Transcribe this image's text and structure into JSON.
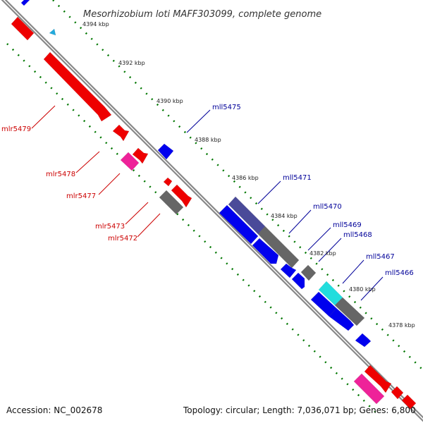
{
  "title": "Mesorhizobium loti MAFF303099, complete genome",
  "footer": {
    "accession": "Accession: NC_002678",
    "topology": "Topology: circular; Length: 7,036,071 bp; Genes: 6,800"
  },
  "scale_ticks": [
    "4394 kbp",
    "4392 kbp",
    "4390 kbp",
    "4388 kbp",
    "4386 kbp",
    "4384 kbp",
    "4382 kbp",
    "4380 kbp",
    "4378 kbp"
  ],
  "gene_labels_left": [
    "mlr5479",
    "mlr5478",
    "mlr5477",
    "mlr5473",
    "mlr5472"
  ],
  "gene_labels_right": [
    "mll5475",
    "mll5471",
    "mll5470",
    "mll5469",
    "mll5468",
    "mll5467",
    "mll5466"
  ],
  "colors": {
    "forward_gene": "#ee0000",
    "reverse_gene": "#0000ee",
    "pseudo_gene": "#666666",
    "rna_gene": "#ee2299",
    "cyan_gene": "#22dddd",
    "backbone": "#888888",
    "ruler_dots": "#007700",
    "left_label": "#cc0000",
    "right_label": "#000099"
  }
}
